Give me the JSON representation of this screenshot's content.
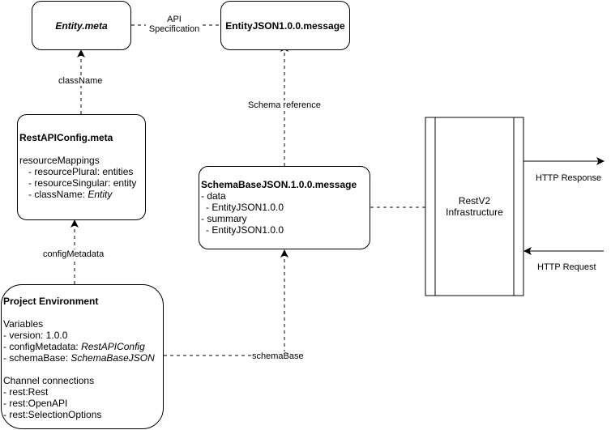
{
  "nodes": {
    "entity_meta": {
      "title": "Entity.meta"
    },
    "entity_json_message": {
      "title": "EntityJSON1.0.0.message"
    },
    "restapi_config": {
      "title": "RestAPIConfig.meta",
      "section": "resourceMappings",
      "lines": [
        {
          "text": "- resourcePlural: entities"
        },
        {
          "text": "- resourceSingular: entity"
        },
        {
          "prefix": "- className: ",
          "value": "Entity"
        }
      ]
    },
    "schema_base_message": {
      "title": "SchemaBaseJSON.1.0.0.message",
      "lines": [
        "- data",
        "  - EntityJSON1.0.0",
        "- summary",
        "  - EntityJSON1.0.0"
      ]
    },
    "restv2": {
      "line1": "RestV2",
      "line2": "Infrastructure"
    },
    "project_environment": {
      "title": "Project Environment",
      "variables_header": "Variables",
      "variables": [
        {
          "text": "- version: 1.0.0"
        },
        {
          "prefix": "- configMetadata: ",
          "value": "RestAPIConfig"
        },
        {
          "prefix": "- schemaBase: ",
          "value": "SchemaBaseJSON"
        }
      ],
      "channels_header": "Channel connections",
      "channels": [
        "- rest:Rest",
        "- rest:OpenAPI",
        "- rest:SelectionOptions"
      ]
    }
  },
  "edge_labels": {
    "api_spec_line1": "API",
    "api_spec_line2": "Specification",
    "class_name": "className",
    "schema_reference": "Schema reference",
    "config_metadata": "configMetadata",
    "schema_base": "schemaBase",
    "http_response": "HTTP Response",
    "http_request": "HTTP Request"
  }
}
